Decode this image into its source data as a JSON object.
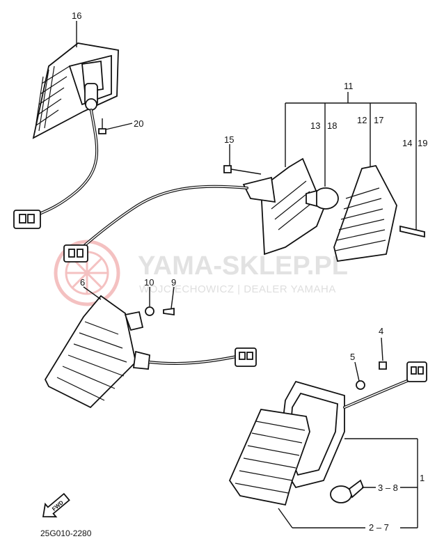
{
  "labels": {
    "p16": "16",
    "p20": "20",
    "p11": "11",
    "p13": "13",
    "p18": "18",
    "p12": "12",
    "p17": "17",
    "p15": "15",
    "p14": "14",
    "p19": "19",
    "p6": "6",
    "p10": "10",
    "p9": "9",
    "p4": "4",
    "p5": "5",
    "p1": "1",
    "p3_8": "3 – 8",
    "p2_7": "2 – 7"
  },
  "watermark": {
    "main": "YAMA-SKLEP.PL",
    "sub": "WOJCIECHOWICZ | DEALER YAMAHA"
  },
  "fwd_arrow": "FWD",
  "diagram_code": "25G010-2280"
}
